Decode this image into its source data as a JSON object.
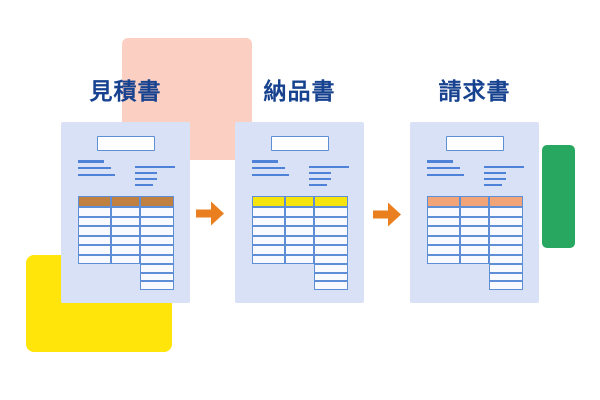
{
  "diagram": {
    "documents": [
      {
        "label": "見積書",
        "header_color": "#c0803f"
      },
      {
        "label": "納品書",
        "header_color": "#f6e40e"
      },
      {
        "label": "請求書",
        "header_color": "#f0a477"
      }
    ],
    "colors": {
      "pink": "#fbcfc2",
      "yellow": "#ffe50a",
      "green": "#27a75f",
      "doc_bg": "#d9e1f7",
      "cell_bg": "#f8faff",
      "border_blue": "#5e8ed6",
      "line_blue": "#4d82d8",
      "title_navy": "#17428f",
      "arrow_orange": "#ea7f1f"
    }
  }
}
